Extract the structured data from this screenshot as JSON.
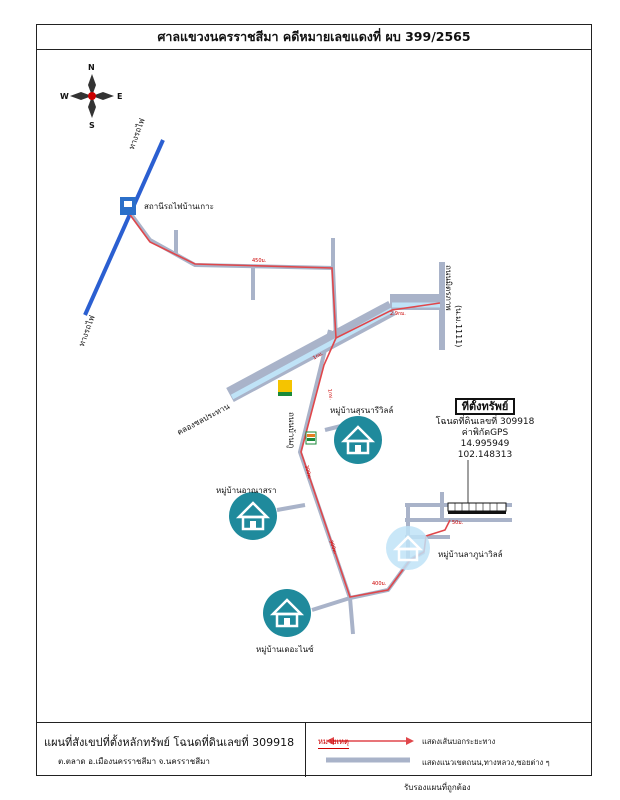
{
  "title": "ศาลแขวงนครราชสีมา คดีหมายเลขแดงที่ ผบ 399/2565",
  "compass": {
    "n": "N",
    "s": "S",
    "e": "E",
    "w": "W"
  },
  "labels": {
    "railway_top": "ทางรถไฟ",
    "railway_bottom": "ทางรถไฟ",
    "station": "สถานีรถไฟบ้านเกาะ",
    "highway": "ถนนมิตรภาพ",
    "highway_number": "(น.ม.1111)",
    "canal": "คลองชลประทาน",
    "local_road": "ถนนบ้านภู",
    "village1": "หมู่บ้านสุรนารีวิลล์",
    "village2": "หมู่บ้านอาณาสรา",
    "village3": "หมู่บ้านลาภูน่าวิลล์",
    "village4": "หมู่บ้านเดอะไนซ์"
  },
  "distances": {
    "d1": "450ม.",
    "d2": "2.9กม.",
    "d3": "1กม.",
    "d4": "1กม.",
    "d5": "300ม.",
    "d6": "300ม.",
    "d7": "400ม.",
    "d8": "50ม."
  },
  "property": {
    "heading": "ที่ตั้งทรัพย์",
    "deed": "โฉนดที่ดินเลขที่ 309918",
    "gps_label": "ค่าพิกัดGPS",
    "lat": "14.995949",
    "lon": "102.148313"
  },
  "footer": {
    "caption": "แผนที่สังเขปที่ตั้งหลักทรัพย์ โฉนดที่ดินเลขที่ 309918",
    "location": "ต.ตลาด อ.เมืองนครราชสีมา จ.นครราชสีมา",
    "legend_title": "หมายเหตุ",
    "legend_route": "แสดงเส้นบอกระยะทาง",
    "legend_roads": "แสดงแนวเขตถนน,ทางหลวง,ซอยต่าง ๆ"
  },
  "signature": "รับรองแผนที่ถูกต้อง",
  "colors": {
    "road": "#a9b3c9",
    "route": "#e0474b",
    "railway": "#2b5fd1",
    "canal": "#bfe3f7",
    "village": "#1f8a9c"
  }
}
